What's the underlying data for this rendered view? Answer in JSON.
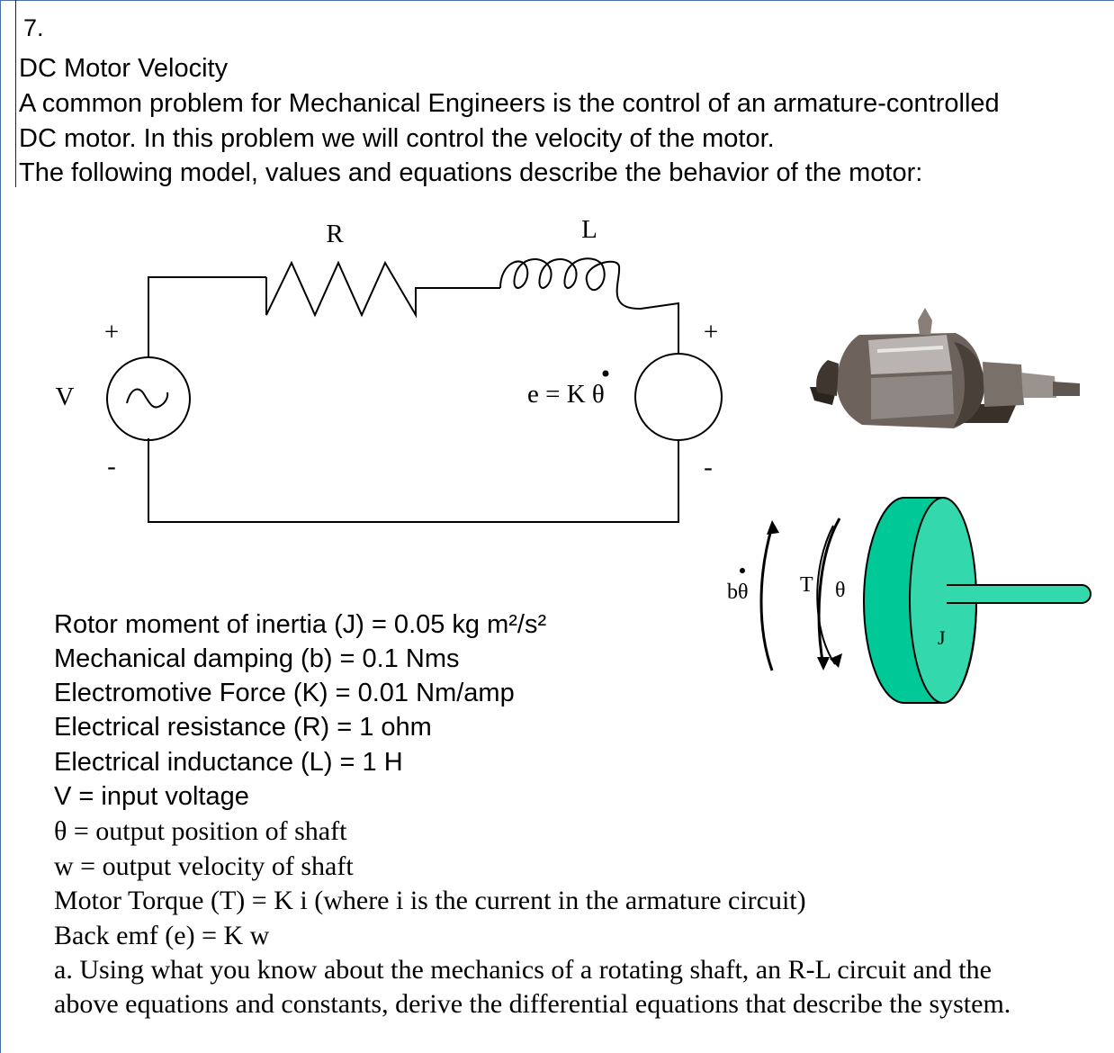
{
  "question": {
    "number": "7.",
    "title": "DC Motor Velocity",
    "intro_lines": [
      "A common problem for Mechanical Engineers is the control of an armature-controlled",
      "DC motor. In this problem we will control the velocity of the motor.",
      "The following model, values and equations describe the behavior of the motor:"
    ]
  },
  "circuit": {
    "r_label": "R",
    "l_label": "L",
    "v_label": "V",
    "plus_left": "+",
    "minus_left": "-",
    "plus_right": "+",
    "minus_right": "-",
    "emf_label": "e = K θ"
  },
  "rotor": {
    "b_theta_label": "bθ",
    "t_label": "T",
    "theta_label": "θ",
    "j_label": "J",
    "disk_color": "#00c896",
    "disk_face_color": "#33d9ad"
  },
  "parameters": [
    "Rotor moment of inertia (J) = 0.05 kg m²/s²",
    "Mechanical damping (b) = 0.1 Nms",
    "Electromotive Force (K) = 0.01 Nm/amp",
    "Electrical resistance (R) = 1 ohm",
    "Electrical inductance (L) = 1 H",
    "V = input voltage"
  ],
  "definitions": [
    "θ  = output position of shaft",
    "w = output velocity of shaft",
    "Motor Torque (T) = K i   (where i is the current in the armature circuit)",
    "Back emf (e) = K w"
  ],
  "task": {
    "line1": "a.  Using what you know about the mechanics of a rotating shaft, an R-L circuit and the",
    "line2": "above equations and constants, derive the differential equations that describe the system."
  }
}
